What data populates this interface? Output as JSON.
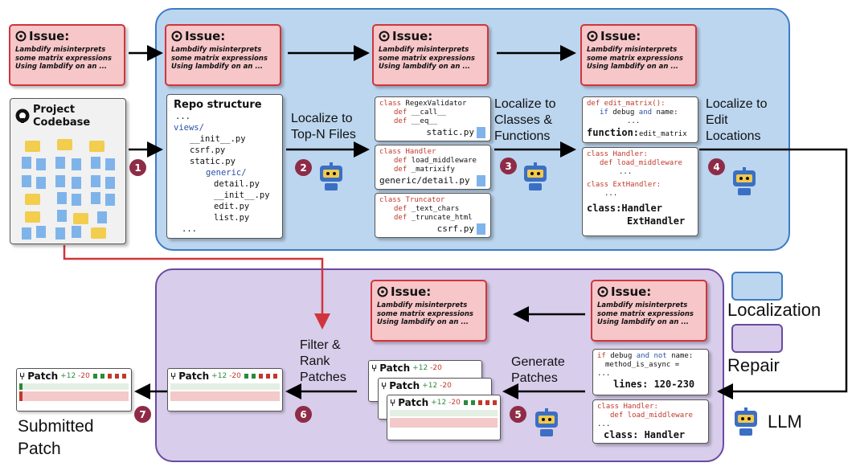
{
  "issue": {
    "title": "Issue:",
    "lines": [
      "Lambdify misinterprets",
      "some matrix expressions",
      "Using lambdify on an ..."
    ]
  },
  "codebase": {
    "title_line1": "Project",
    "title_line2": "Codebase"
  },
  "repo": {
    "title": "Repo structure",
    "lines": [
      "...",
      "views/",
      "__init__.py",
      "csrf.py",
      "static.py",
      "generic/",
      "detail.py",
      "__init__.py",
      "edit.py",
      "list.py",
      "..."
    ]
  },
  "steps": {
    "s1": "1",
    "s2": "2",
    "s3": "3",
    "s4": "4",
    "s5": "5",
    "s6": "6",
    "s7": "7",
    "localize_files": [
      "Localize to",
      "Top-N Files"
    ],
    "localize_classes": [
      "Localize to",
      "Classes &",
      "Functions"
    ],
    "localize_edit": [
      "Localize to",
      "Edit",
      "Locations"
    ],
    "generate": [
      "Generate",
      "Patches"
    ],
    "filter": [
      "Filter &",
      "Rank",
      "Patches"
    ],
    "submitted": [
      "Submitted",
      "Patch"
    ]
  },
  "file_cards": [
    {
      "cls": "class",
      "name": "RegexValidator",
      "defs": [
        "__call__",
        "__eq__"
      ],
      "file": "static.py"
    },
    {
      "cls": "class",
      "name": "Handler",
      "defs": [
        "load_middleware",
        "_matrixify"
      ],
      "file": "generic/detail.py"
    },
    {
      "cls": "class",
      "name": "Truncator",
      "defs": [
        "_text_chars",
        "_truncate_html"
      ],
      "file": "csrf.py"
    }
  ],
  "func_card": {
    "line1": "def edit_matrix():",
    "line2_kw1": "if",
    "line2_a": "debug",
    "line2_kw2": "and",
    "line2_b": "name:",
    "line3": "...",
    "footer_label": "function:",
    "footer_value": "edit_matrix"
  },
  "class_card": {
    "c1": "class Handler:",
    "d1": "def load_middleware",
    "e1": "...",
    "c2": "class ExtHandler:",
    "e2": "...",
    "footer_label": "class:",
    "footer_v1": "Handler",
    "footer_v2": "ExtHandler"
  },
  "edit_card1": {
    "line1_kw1": "if",
    "line1_a": "debug",
    "line1_kw2": "and not",
    "line1_b": "name:",
    "line2": "method_is_async =",
    "line3": "...",
    "footer": "lines: 120-230"
  },
  "edit_card2": {
    "line1": "class Handler:",
    "line2": "def load_middleware",
    "line3": "...",
    "footer": "class: Handler"
  },
  "patch": {
    "title": "Patch",
    "plus": "+12",
    "minus": "-20"
  },
  "legend": {
    "localization": "Localization",
    "repair": "Repair",
    "llm": "LLM"
  },
  "colors": {
    "localization_fill": "#bcd6ef",
    "repair_fill": "#d8cdeb",
    "issue_fill": "#f6c6c8",
    "badge": "#8e2c47"
  }
}
